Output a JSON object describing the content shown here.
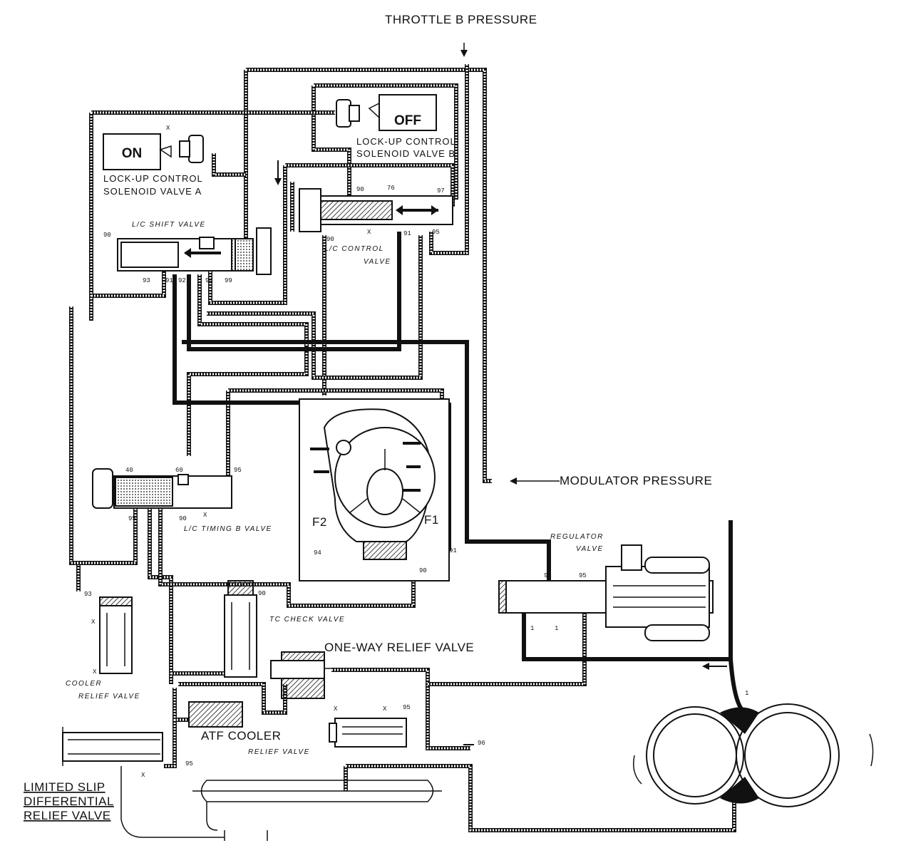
{
  "labels": {
    "throttle_b_pressure": "THROTTLE B PRESSURE",
    "modulator_pressure": "MODULATOR PRESSURE",
    "solenoid_a_state": "ON",
    "solenoid_a_name_1": "LOCK-UP CONTROL",
    "solenoid_a_name_2": "SOLENOID VALVE A",
    "solenoid_b_state": "OFF",
    "solenoid_b_name_1": "LOCK-UP CONTROL",
    "solenoid_b_name_2": "SOLENOID VALVE B",
    "lc_shift_valve": "L/C SHIFT VALVE",
    "lc_control_valve_1": "L/C CONTROL",
    "lc_control_valve_2": "VALVE",
    "lc_timing_b_valve": "L/C TIMING B VALVE",
    "tc_check_valve": "TC CHECK VALVE",
    "one_way_relief_valve": "ONE-WAY RELIEF VALVE",
    "atf_cooler": "ATF COOLER",
    "cooler_relief_valve_1": "COOLER",
    "cooler_relief_valve_2": "RELIEF VALVE",
    "relief_valve": "RELIEF VALVE",
    "regulator_valve_1": "REGULATOR",
    "regulator_valve_2": "VALVE",
    "limited_slip_1": "LIMITED SLIP",
    "limited_slip_2": "DIFFERENTIAL",
    "limited_slip_3": "RELIEF VALVE",
    "f1": "F1",
    "f2": "F2"
  },
  "port_numbers": {
    "p90a": "90",
    "p76": "76",
    "p97": "97",
    "p90b": "90",
    "p91a": "91",
    "p95a": "95",
    "p90c": "90",
    "p93a": "93",
    "p91b": "91",
    "p92a": "92",
    "p94a": "94",
    "p99": "99",
    "p40": "40",
    "p60": "60",
    "p95b": "95",
    "p95c": "95",
    "p90d": "90",
    "p94b": "94",
    "p91c": "91",
    "p90e": "90",
    "p92b": "92",
    "p95d": "95",
    "p1a": "1",
    "p1b": "1",
    "p93b": "93",
    "p90f": "90",
    "p95e": "95",
    "p96": "96",
    "p95f": "95",
    "p1c": "1",
    "x": "X"
  }
}
